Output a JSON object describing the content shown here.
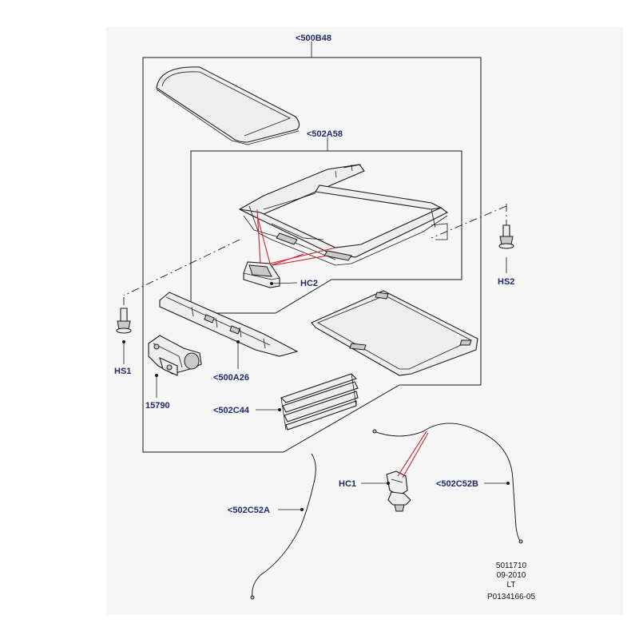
{
  "callouts": {
    "assembly": "<500B48",
    "frame": "<502A58",
    "clip_hc2": "HC2",
    "screw_hs2": "HS2",
    "screw_hs1": "HS1",
    "deflector": "<500A26",
    "motor": "15790",
    "seal": "<502C44",
    "clip_hc1": "HC1",
    "drain_tube_b": "<502C52B",
    "drain_tube_a": "<502C52A"
  },
  "meta": {
    "line1": "5011710",
    "line2": "09-2010",
    "line3": "LT",
    "line4": "P0134166-05"
  }
}
